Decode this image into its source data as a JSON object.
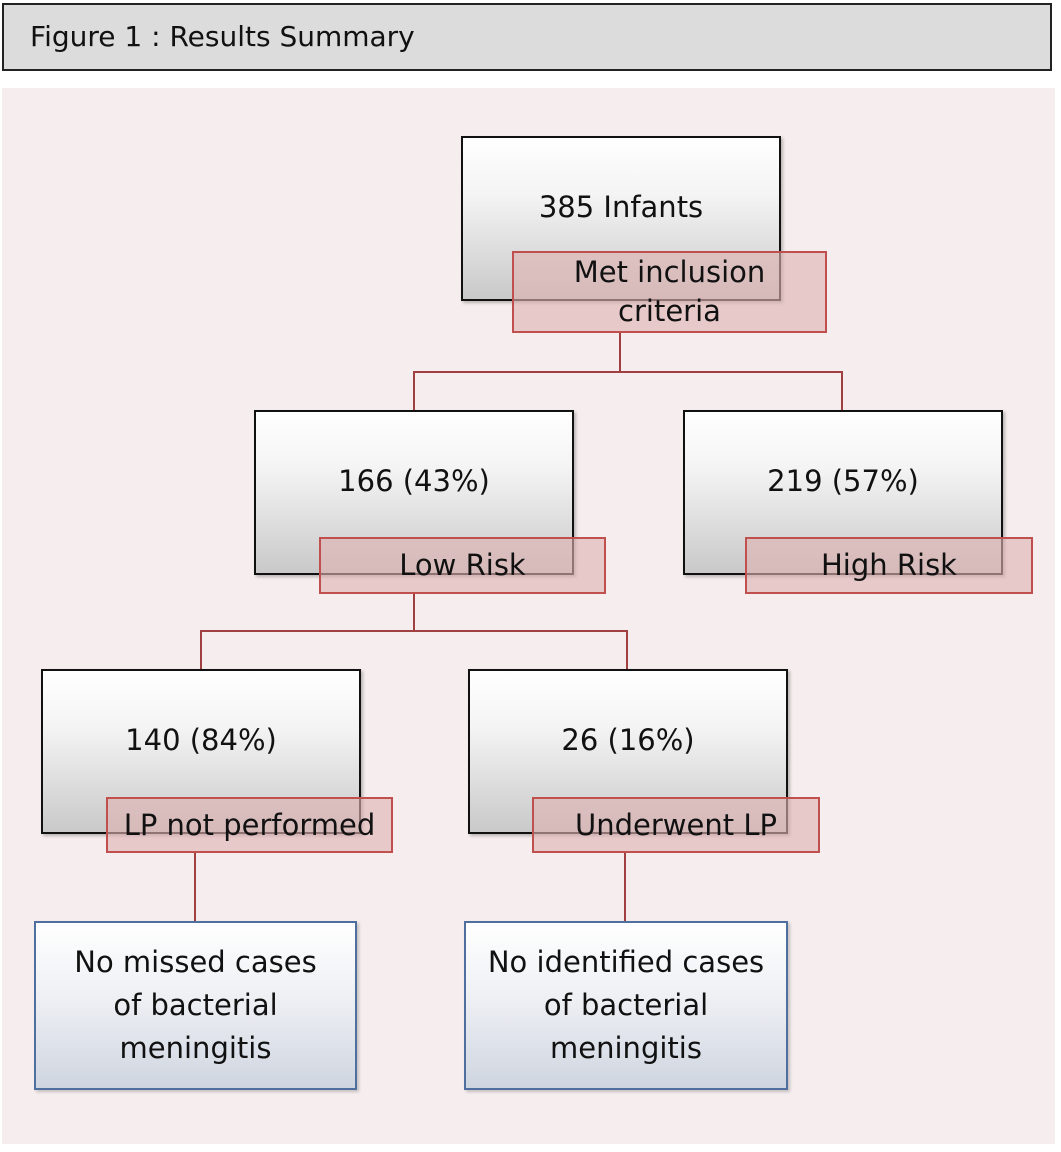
{
  "figure_title": "Figure 1 : Results Summary",
  "tree": {
    "root": {
      "value": "385 Infants",
      "label": "Met inclusion criteria"
    },
    "low_risk": {
      "value": "166 (43%)",
      "label": "Low Risk"
    },
    "high_risk": {
      "value": "219 (57%)",
      "label": "High Risk"
    },
    "lp_not_performed": {
      "value": "140 (84%)",
      "label": "LP not performed"
    },
    "underwent_lp": {
      "value": "26 (16%)",
      "label": "Underwent LP"
    },
    "outcome_no_lp": {
      "text": "No missed cases\nof bacterial\nmeningitis"
    },
    "outcome_lp": {
      "text": "No identified cases\nof bacterial\nmeningitis"
    }
  },
  "colors": {
    "connector": "#a04040",
    "tag_border": "#c0504d",
    "leaf_border": "#4f6f9f",
    "panel": "#f6eeee"
  }
}
